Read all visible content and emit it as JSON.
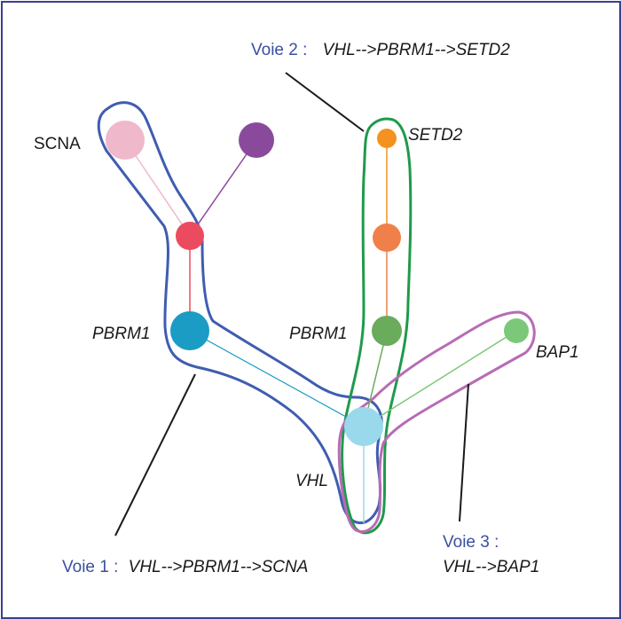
{
  "paths": {
    "voie2": {
      "prefix": "Voie 2 :",
      "route": "VHL-->PBRM1-->SETD2"
    },
    "voie1": {
      "prefix": "Voie 1 :",
      "route": "VHL-->PBRM1-->SCNA"
    },
    "voie3": {
      "prefix": "Voie 3 :",
      "route": "VHL-->BAP1"
    }
  },
  "nodes": {
    "scna": "SCNA",
    "setd2": "SETD2",
    "pbrm1_left": "PBRM1",
    "pbrm1_right": "PBRM1",
    "bap1": "BAP1",
    "vhl": "VHL"
  },
  "colors": {
    "frame": "#3a3f8f",
    "voie1_outline": "#3f5db0",
    "voie2_outline": "#1f9a4a",
    "voie3_outline": "#b86bb4",
    "label_blue": "#3a4fa0",
    "scna_node": "#efb8cb",
    "purple_node": "#8a4a9c",
    "red_node": "#ec4a5e",
    "pbrm1_left_node": "#1a9cc4",
    "vhl_node": "#9ad8ec",
    "setd2_node": "#f39220",
    "orange_node": "#f0804a",
    "pbrm1_right_node": "#6aab5c",
    "bap1_node": "#7cc87a"
  }
}
